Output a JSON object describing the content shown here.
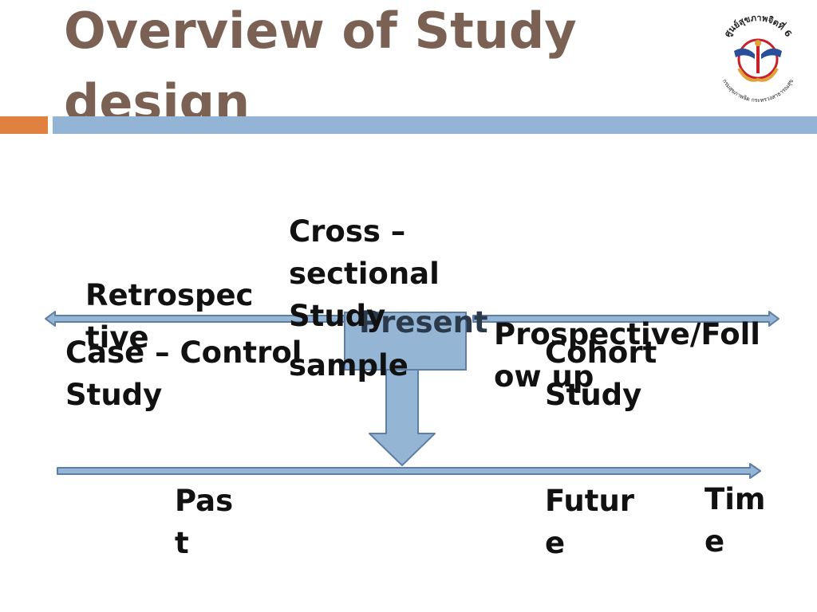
{
  "slide": {
    "title": "Overview of Study design"
  },
  "logo": {
    "top_text": "ศูนย์สุขภาพจิตที่ 6",
    "bottom_text": "กรมสุขภาพจิต กระทรวงสาธารณสุข",
    "colors": {
      "ring": "#c8202a",
      "hands": "#e0a23a",
      "wings": "#2a4f9a"
    }
  },
  "labels": {
    "cross_sectional": "Cross – sectional Study",
    "sample": "sample",
    "present": "Present",
    "retrospective": "Retrospective",
    "case_control": "Case – Control Study",
    "prospective": "Prospective/Follow up",
    "cohort": "Cohort Study",
    "past": "Past",
    "future": "Future",
    "time": "Time"
  },
  "colors": {
    "title": "#7a6153",
    "accent_orange": "#e0813f",
    "accent_blue": "#93b4d4",
    "arrow_fill": "#95b5d5",
    "arrow_stroke": "#5d7fa6"
  }
}
